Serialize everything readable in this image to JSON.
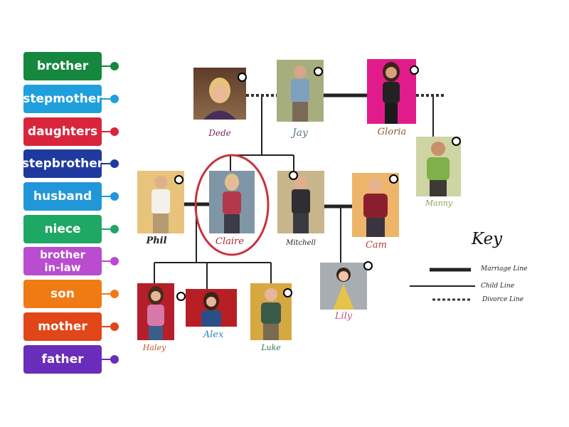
{
  "answer_tiles": [
    {
      "label": "brother",
      "color": "#16873f"
    },
    {
      "label": "stepmother",
      "color": "#1fa0dc"
    },
    {
      "label": "daughters",
      "color": "#d8253c"
    },
    {
      "label": "stepbrother",
      "color": "#1f3a9e"
    },
    {
      "label": "husband",
      "color": "#2197da"
    },
    {
      "label": "niece",
      "color": "#1fa863"
    },
    {
      "label": "brother\nin-law",
      "color": "#b94ccf"
    },
    {
      "label": "son",
      "color": "#f07a14"
    },
    {
      "label": "mother",
      "color": "#e04618"
    },
    {
      "label": "father",
      "color": "#6a2cba"
    }
  ],
  "people": {
    "dede": "Dede",
    "jay": "Jay",
    "gloria": "Gloria",
    "manny": "Manny",
    "phil": "Phil",
    "claire": "Claire",
    "mitchell": "Mitchell",
    "cam": "Cam",
    "haley": "Haley",
    "alex": "Alex",
    "luke": "Luke",
    "lily": "Lily"
  },
  "key": {
    "title": "Key",
    "marriage_line": "Marriage Line",
    "child_line": "Child Line",
    "divorce_line": "Divorce Line"
  }
}
